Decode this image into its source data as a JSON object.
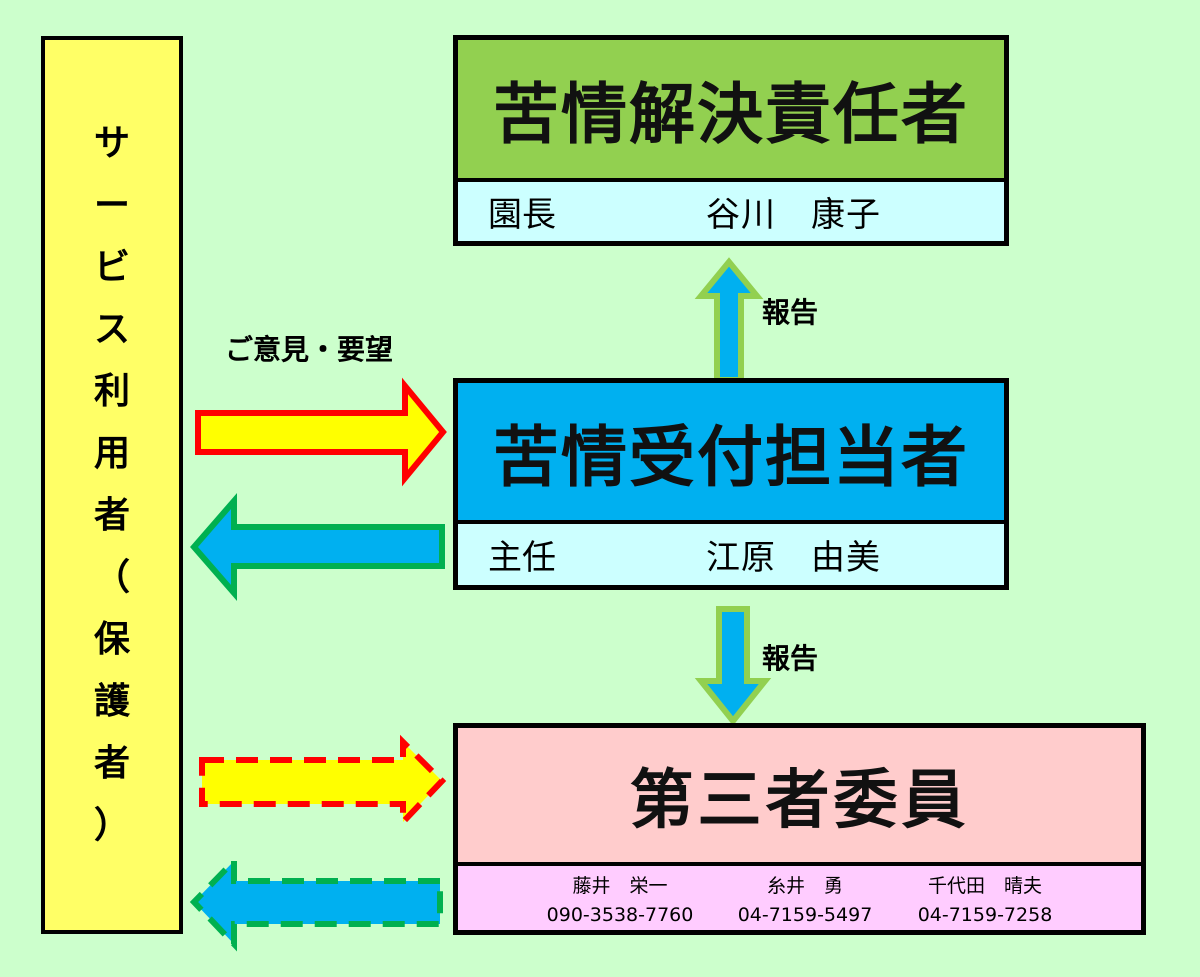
{
  "user_box": {
    "chars": [
      "サ",
      "ー",
      "ビ",
      "ス",
      "利",
      "用",
      "者",
      "（",
      "保",
      "護",
      "者",
      "）"
    ]
  },
  "opinion_label": "ご意見・要望",
  "report_label_upper": "報告",
  "report_label_lower": "報告",
  "resolver": {
    "title": "苦情解決責任者",
    "role": "園長",
    "name": "谷川　康子"
  },
  "receiver": {
    "title": "苦情受付担当者",
    "role": "主任",
    "name": "江原　由美"
  },
  "third_party": {
    "title": "第三者委員",
    "members": [
      {
        "name": "藤井　栄一",
        "tel": "090-3538-7760"
      },
      {
        "name": "糸井　勇",
        "tel": "04-7159-5497"
      },
      {
        "name": "千代田　晴夫",
        "tel": "04-7159-7258"
      }
    ]
  },
  "colors": {
    "background": "#ccffcc",
    "user_box": "#ffff66",
    "resolver_header": "#92d050",
    "receiver_header": "#00b0f0",
    "third_header": "#ffcccc",
    "third_sub": "#ffccff",
    "sub_bg": "#ccffff",
    "arrow_red": "#ff0000",
    "arrow_yellow": "#ffff00",
    "arrow_blue": "#00b0f0",
    "arrow_green": "#00b050",
    "arrow_lightgreen": "#92d050"
  }
}
